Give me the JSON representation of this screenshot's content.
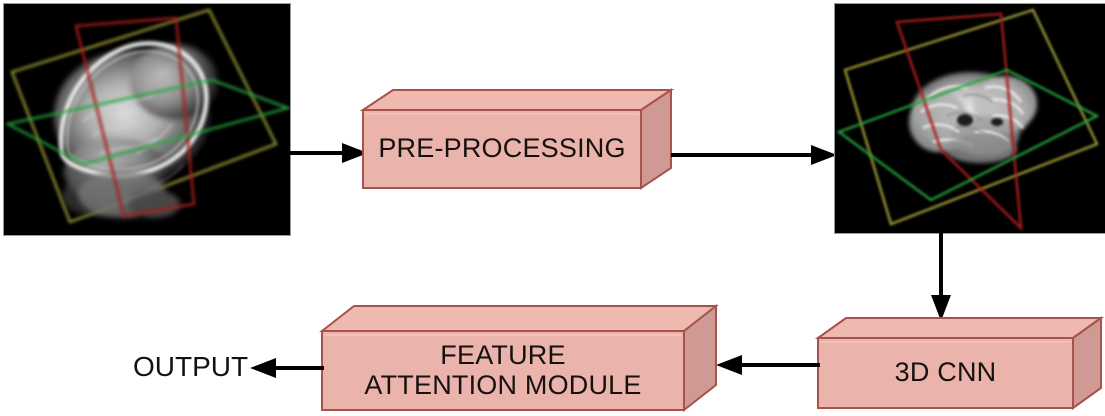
{
  "figure": {
    "type": "pipeline-diagram",
    "background_color": "#ffffff",
    "nodes": [
      {
        "id": "input-mri",
        "kind": "image",
        "name": "input-mri-brain-scan",
        "description": "3D T1-weighted MRI brain volume with three orthogonal cut planes (yellow axial, red coronal, green sagittal)",
        "plane_colors": [
          "#c9c544",
          "#b5201e",
          "#2fae44"
        ],
        "background_color": "#000000"
      },
      {
        "id": "pre-processing",
        "kind": "process-box",
        "name": "pre-processing-box",
        "label_lines": [
          "PRE-PROCESSING"
        ]
      },
      {
        "id": "preprocessed-mri",
        "kind": "image",
        "name": "preprocessed-mri-brain-scan",
        "description": "Skull-stripped 3D MRI brain volume with three orthogonal cut planes (yellow, red, green)",
        "plane_colors": [
          "#c9c544",
          "#b5201e",
          "#2fae44"
        ],
        "background_color": "#000000"
      },
      {
        "id": "cnn",
        "kind": "process-box",
        "name": "three-d-cnn-box",
        "label_lines": [
          "3D CNN"
        ]
      },
      {
        "id": "attention",
        "kind": "process-box",
        "name": "feature-attention-module-box",
        "label_lines": [
          "FEATURE",
          "ATTENTION MODULE"
        ]
      },
      {
        "id": "output",
        "kind": "text-label",
        "name": "output-label",
        "label_lines": [
          "OUTPUT"
        ]
      }
    ],
    "edges": [
      {
        "name": "edge-input-to-preprocessing",
        "from": "input-mri",
        "to": "pre-processing",
        "direction": "right"
      },
      {
        "name": "edge-preprocessing-to-preprocessed",
        "from": "pre-processing",
        "to": "preprocessed-mri",
        "direction": "right"
      },
      {
        "name": "edge-preprocessed-to-cnn",
        "from": "preprocessed-mri",
        "to": "cnn",
        "direction": "down"
      },
      {
        "name": "edge-cnn-to-attention",
        "from": "cnn",
        "to": "attention",
        "direction": "left"
      },
      {
        "name": "edge-attention-to-output",
        "from": "attention",
        "to": "output",
        "direction": "left"
      }
    ],
    "style": {
      "box_front_fill": "#eab4ac",
      "box_top_fill": "#eeb9b1",
      "box_side_fill": "#cf9a93",
      "box_stroke": "#a8524a",
      "arrow_color": "#000000",
      "text_color": "#16110f"
    }
  },
  "labels": {
    "pre_processing": "PRE-PROCESSING",
    "cnn": "3D CNN",
    "attention_line1": "FEATURE",
    "attention_line2": "ATTENTION MODULE",
    "output": "OUTPUT"
  }
}
